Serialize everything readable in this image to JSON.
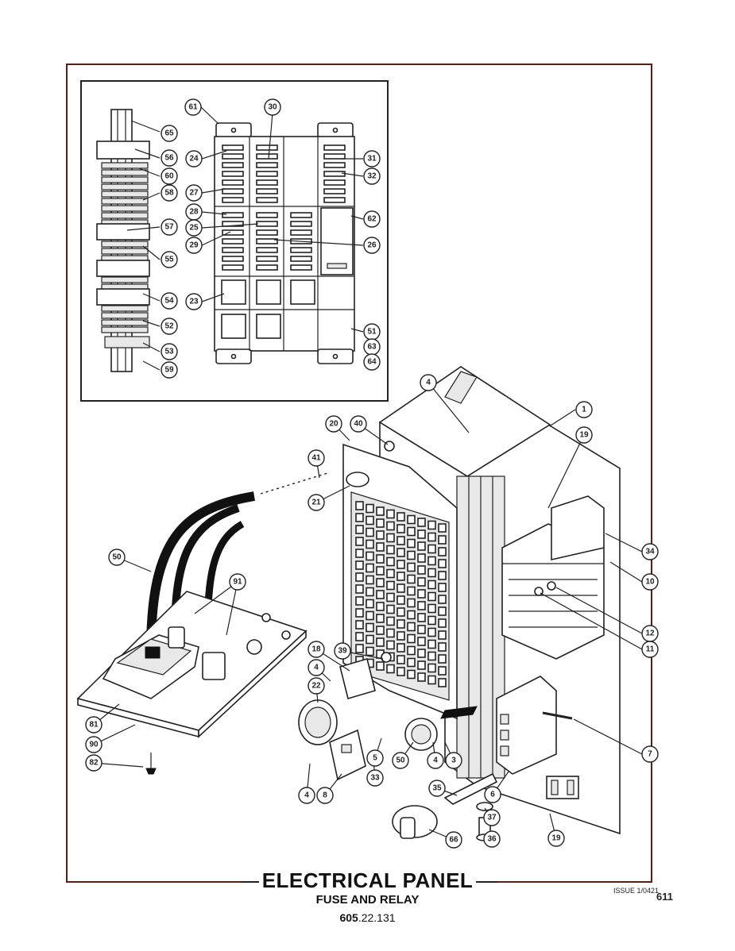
{
  "title": "ELECTRICAL PANEL",
  "subtitle": "FUSE AND RELAY",
  "part_number": {
    "prefix": "605",
    "suffix": ".22.131"
  },
  "issue": "ISSUE 1/0421",
  "page": "611",
  "inset_callouts": [
    "61",
    "30",
    "65",
    "56",
    "60",
    "58",
    "57",
    "55",
    "54",
    "52",
    "53",
    "59",
    "24",
    "27",
    "28",
    "25",
    "29",
    "23",
    "31",
    "32",
    "62",
    "26",
    "51",
    "63",
    "64"
  ],
  "main_callouts": [
    "4",
    "1",
    "20",
    "40",
    "19",
    "41",
    "21",
    "34",
    "50",
    "91",
    "10",
    "12",
    "11",
    "18",
    "39",
    "4",
    "22",
    "7",
    "81",
    "90",
    "82",
    "5",
    "33",
    "50",
    "4",
    "3",
    "4",
    "8",
    "35",
    "6",
    "37",
    "66",
    "36",
    "19"
  ]
}
